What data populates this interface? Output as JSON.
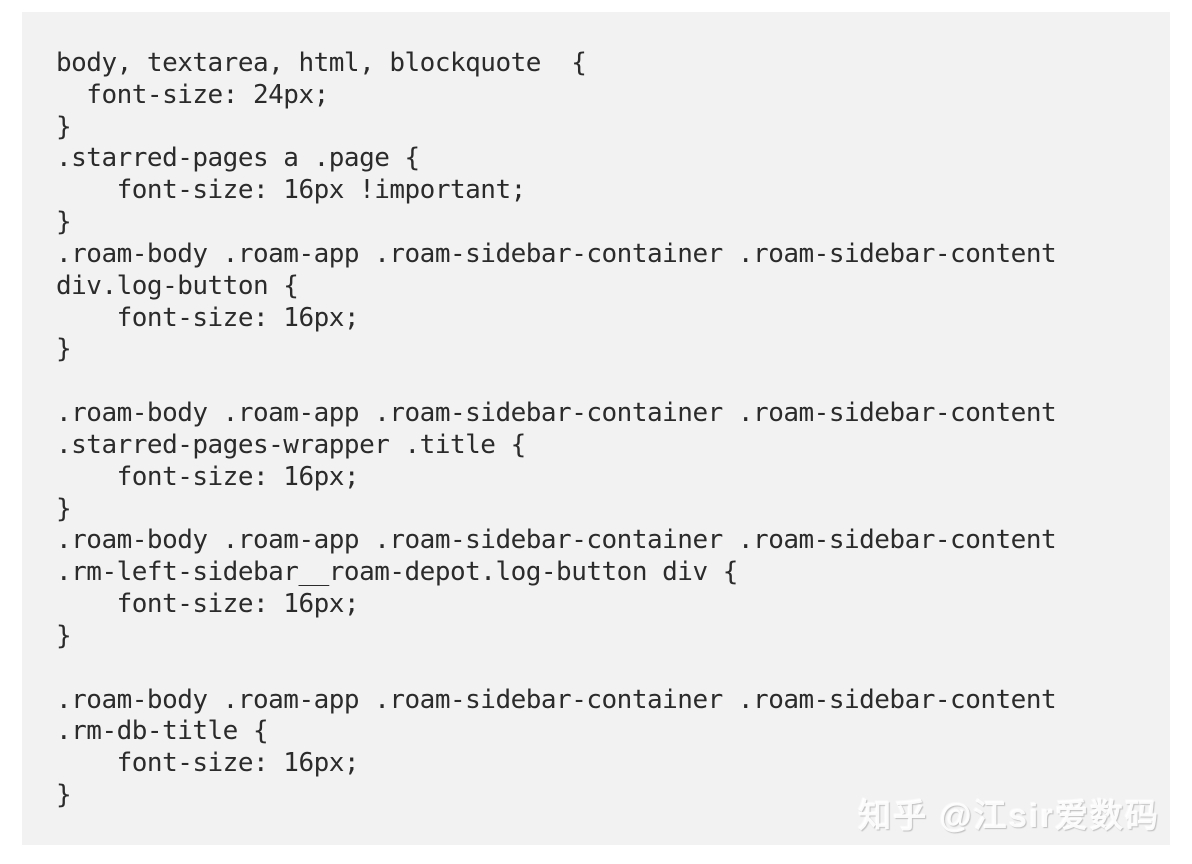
{
  "page": {
    "background_color": "#ffffff",
    "panel_color": "#f2f2f2",
    "code_text_color": "#2b2b2b"
  },
  "code": {
    "lines": [
      "body, textarea, html, blockquote  {",
      "  font-size: 24px;",
      "}",
      ".starred-pages a .page {",
      "    font-size: 16px !important;",
      "}",
      ".roam-body .roam-app .roam-sidebar-container .roam-sidebar-content",
      "div.log-button {",
      "    font-size: 16px;",
      "}",
      "",
      ".roam-body .roam-app .roam-sidebar-container .roam-sidebar-content",
      ".starred-pages-wrapper .title {",
      "    font-size: 16px;",
      "}",
      ".roam-body .roam-app .roam-sidebar-container .roam-sidebar-content",
      ".rm-left-sidebar__roam-depot.log-button div {",
      "    font-size: 16px;",
      "}",
      "",
      ".roam-body .roam-app .roam-sidebar-container .roam-sidebar-content",
      ".rm-db-title {",
      "    font-size: 16px;",
      "}"
    ]
  },
  "watermark": {
    "text": "知乎 @江sir爱数码"
  }
}
